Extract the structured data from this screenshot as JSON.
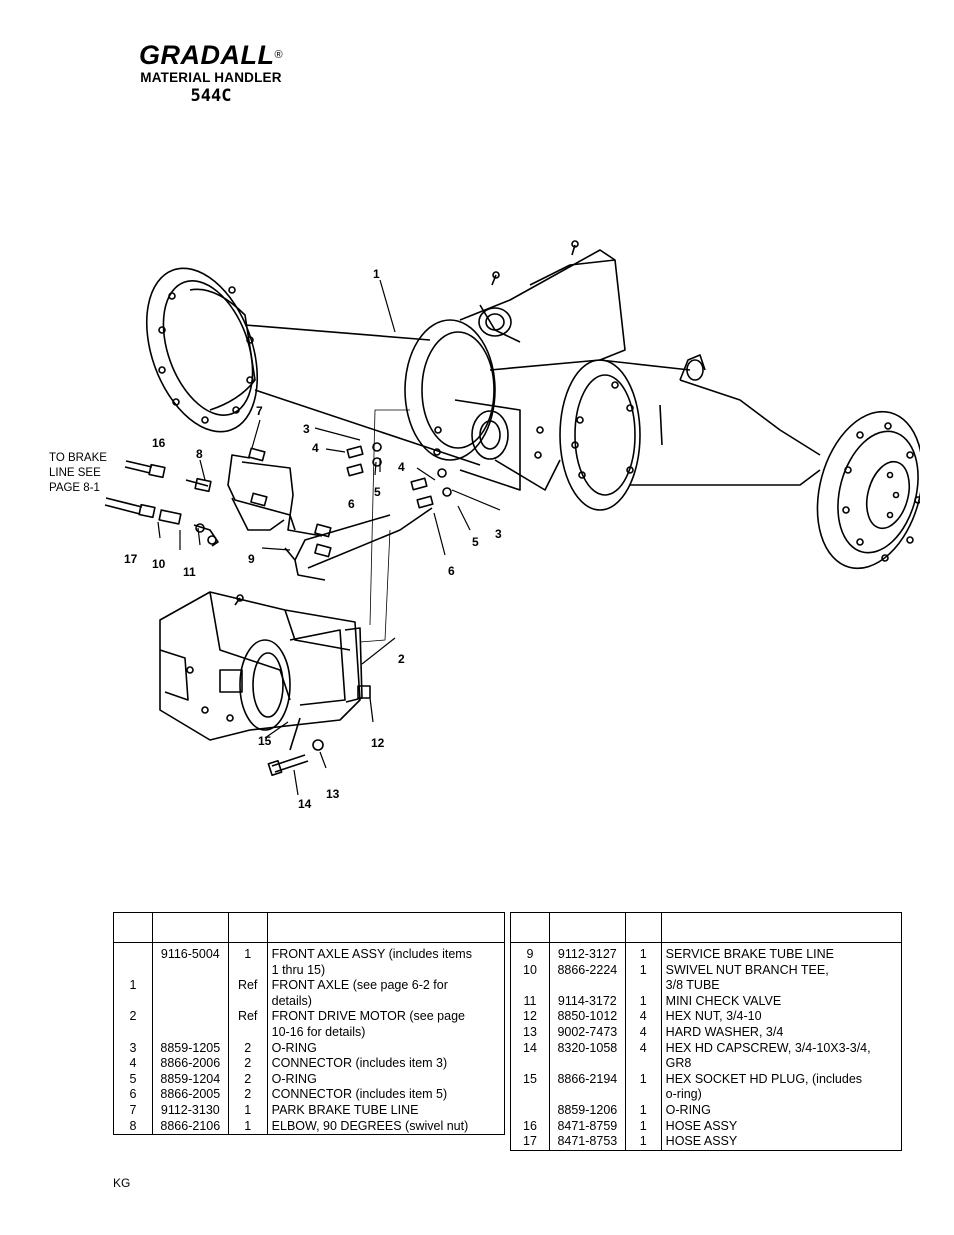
{
  "header": {
    "brand": "GRADALL",
    "registered": "®",
    "subtitle": "MATERIAL HANDLER",
    "model": "544C"
  },
  "diagram": {
    "note_lines": [
      "TO BRAKE",
      "LINE SEE",
      "PAGE 8-1"
    ],
    "callouts": [
      "1",
      "2",
      "3",
      "3",
      "4",
      "4",
      "5",
      "5",
      "6",
      "6",
      "7",
      "8",
      "9",
      "10",
      "11",
      "12",
      "13",
      "14",
      "15",
      "16",
      "17"
    ]
  },
  "parts_left": [
    {
      "item": "",
      "part": "9116-5004",
      "qty": "1",
      "desc": [
        "FRONT AXLE ASSY (includes items",
        "1 thru 15)"
      ]
    },
    {
      "item": "1",
      "part": "",
      "qty": "Ref",
      "desc": [
        "FRONT AXLE (see page 6-2 for",
        "details)"
      ]
    },
    {
      "item": "2",
      "part": "",
      "qty": "Ref",
      "desc": [
        "FRONT DRIVE MOTOR (see page",
        "10-16 for details)"
      ]
    },
    {
      "item": "3",
      "part": "8859-1205",
      "qty": "2",
      "desc": [
        "O-RING"
      ]
    },
    {
      "item": "4",
      "part": "8866-2006",
      "qty": "2",
      "desc": [
        "CONNECTOR (includes item 3)"
      ]
    },
    {
      "item": "5",
      "part": "8859-1204",
      "qty": "2",
      "desc": [
        "O-RING"
      ]
    },
    {
      "item": "6",
      "part": "8866-2005",
      "qty": "2",
      "desc": [
        "CONNECTOR (includes item 5)"
      ]
    },
    {
      "item": "7",
      "part": "9112-3130",
      "qty": "1",
      "desc": [
        "PARK BRAKE TUBE LINE"
      ]
    },
    {
      "item": "8",
      "part": "8866-2106",
      "qty": "1",
      "desc": [
        "ELBOW, 90 DEGREES (swivel nut)"
      ]
    }
  ],
  "parts_right": [
    {
      "item": "9",
      "part": "9112-3127",
      "qty": "1",
      "desc": [
        "SERVICE BRAKE TUBE LINE"
      ]
    },
    {
      "item": "10",
      "part": "8866-2224",
      "qty": "1",
      "desc": [
        "SWIVEL NUT BRANCH TEE,",
        "3/8 TUBE"
      ]
    },
    {
      "item": "11",
      "part": "9114-3172",
      "qty": "1",
      "desc": [
        "MINI CHECK VALVE"
      ]
    },
    {
      "item": "12",
      "part": "8850-1012",
      "qty": "4",
      "desc": [
        "HEX NUT, 3/4-10"
      ]
    },
    {
      "item": "13",
      "part": "9002-7473",
      "qty": "4",
      "desc": [
        "HARD WASHER, 3/4"
      ]
    },
    {
      "item": "14",
      "part": "8320-1058",
      "qty": "4",
      "desc": [
        "HEX HD CAPSCREW, 3/4-10X3-3/4,",
        "GR8"
      ]
    },
    {
      "item": "15",
      "part": "8866-2194",
      "qty": "1",
      "desc": [
        "HEX SOCKET HD PLUG, (includes",
        "o-ring)"
      ]
    },
    {
      "item": "",
      "part": "8859-1206",
      "qty": "1",
      "desc": [
        "O-RING"
      ]
    },
    {
      "item": "16",
      "part": "8471-8759",
      "qty": "1",
      "desc": [
        "HOSE ASSY"
      ]
    },
    {
      "item": "17",
      "part": "8471-8753",
      "qty": "1",
      "desc": [
        "HOSE ASSY"
      ]
    }
  ],
  "footer": {
    "code": "KG"
  }
}
